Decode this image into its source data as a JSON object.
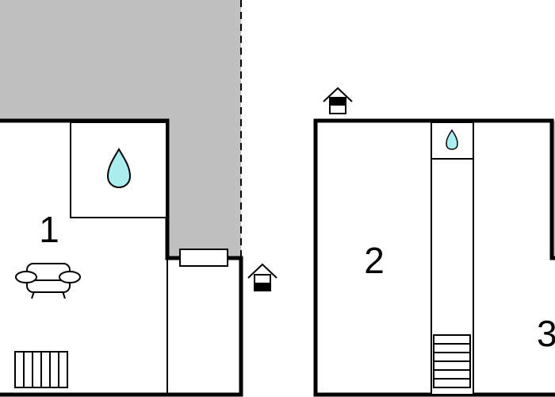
{
  "rooms": [
    {
      "label": "1"
    },
    {
      "label": "2"
    },
    {
      "label": "3"
    }
  ],
  "colors": {
    "exterior_area": "#c0c0c0",
    "water": "#aaeef2",
    "wall": "#000000"
  },
  "icons": [
    "water-drop-icon",
    "sofa-icon",
    "radiator-icon",
    "entrance-icon",
    "stairs-icon",
    "window-icon"
  ]
}
